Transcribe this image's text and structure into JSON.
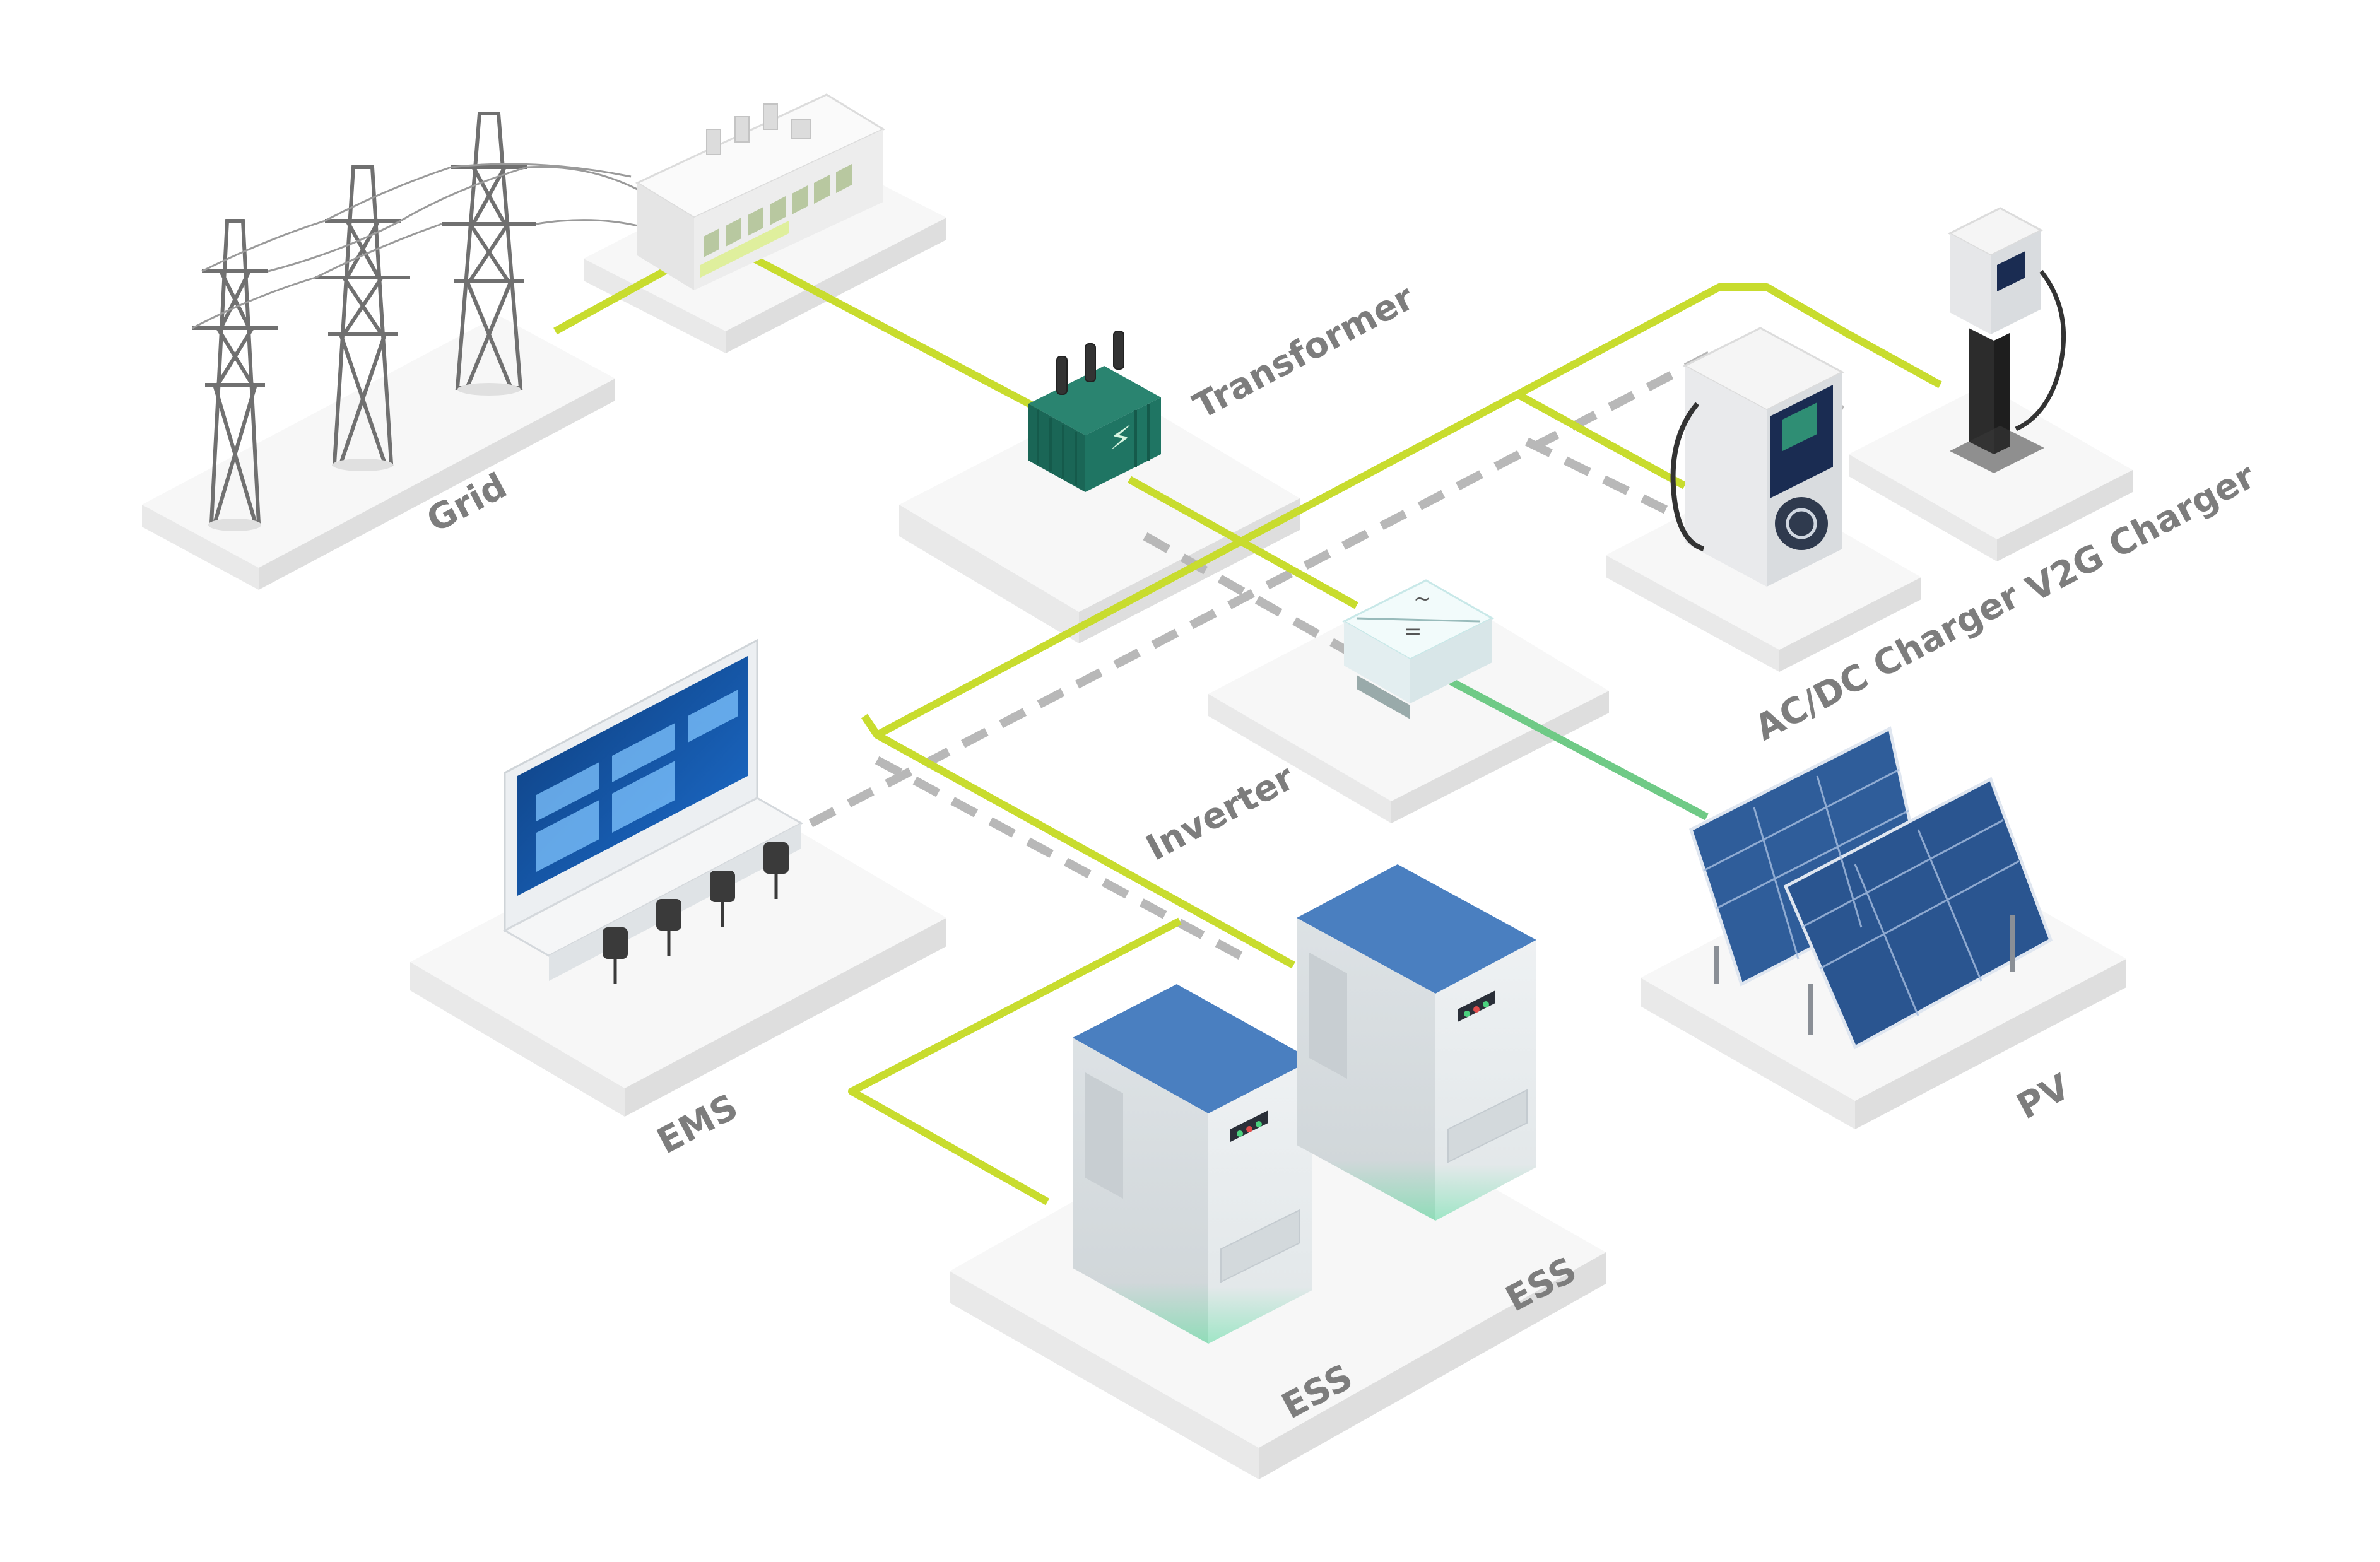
{
  "labels": {
    "grid": "Grid",
    "transformer": "Transformer",
    "inverter": "Inverter",
    "ems": "EMS",
    "ess_left": "ESS",
    "ess_right": "ESS",
    "pv": "PV",
    "acdc_charger": "AC/DC Charger",
    "v2g_charger": "V2G Charger"
  },
  "inverter_symbols": {
    "ac": "~",
    "dc": "="
  },
  "colors": {
    "power_line": "#c8dc2e",
    "pv_line": "#6fca86",
    "comm_line": "#b5b5b5",
    "platform_top": "#f7f7f7",
    "platform_side": "#e6e6e6",
    "label": "#7d7d7d",
    "cabinet_top": "#4a7fc0",
    "cabinet_glow": "#7fe0b8",
    "transformer": "#1f6e5c",
    "solar_panel": "#2f5d9a"
  }
}
